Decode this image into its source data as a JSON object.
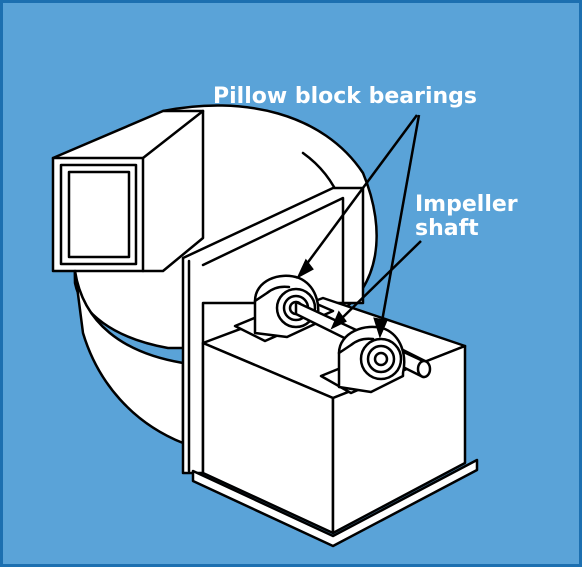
{
  "labels": {
    "bearings": "Pillow block bearings",
    "shaft_line1": "Impeller",
    "shaft_line2": "shaft"
  },
  "colors": {
    "background": "#5aa3d8",
    "border": "#1c6fb0",
    "line": "#000000",
    "fill": "#ffffff",
    "label": "#ffffff"
  }
}
